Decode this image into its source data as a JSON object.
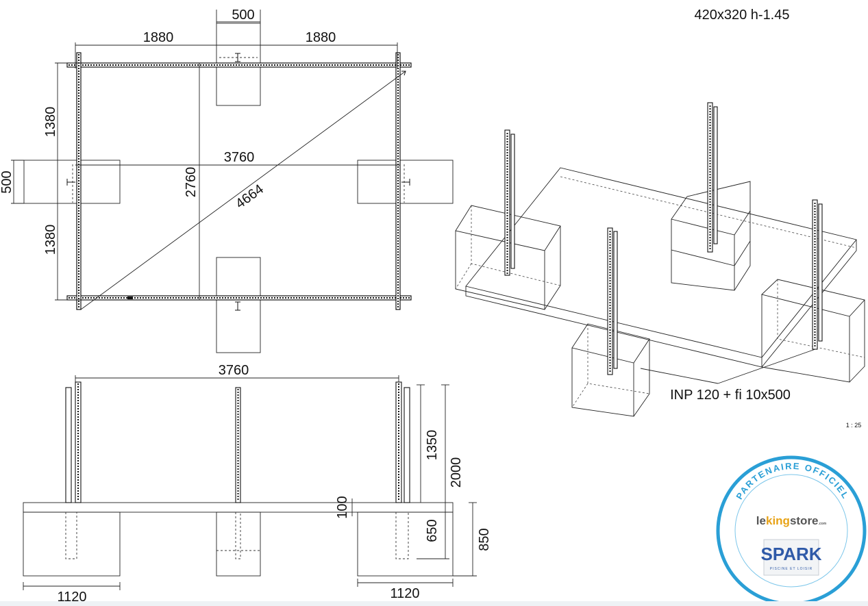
{
  "title": "420x320 h-1.45",
  "scale": "1 : 25",
  "plan": {
    "half_width_left": "1880",
    "half_width_right": "1880",
    "top_footing_width": "500",
    "half_depth_top": "1380",
    "half_depth_bottom": "1380",
    "side_footing_width": "500",
    "center_span": "3760",
    "depth": "2760",
    "diagonal": "4664"
  },
  "elevation": {
    "span": "3760",
    "post_above_slab": "1350",
    "post_total": "2000",
    "slab_thickness": "100",
    "embed_depth": "650",
    "footing_height": "850",
    "footing_left_width": "1120",
    "footing_right_width": "1120"
  },
  "iso_view": {
    "profile_label": "INP 120  + fi 10x500"
  },
  "badge": {
    "arc_text": "PARTENAIRE OFFICIEL",
    "store_prefix": "le",
    "store_highlight": "king",
    "store_suffix": "store",
    "store_tld": ".com",
    "brand": "SPARK",
    "brand_sub": "PISCINE ET LOISIR",
    "ring_color": "#2a9fd6",
    "highlight_color": "#e8a317"
  }
}
